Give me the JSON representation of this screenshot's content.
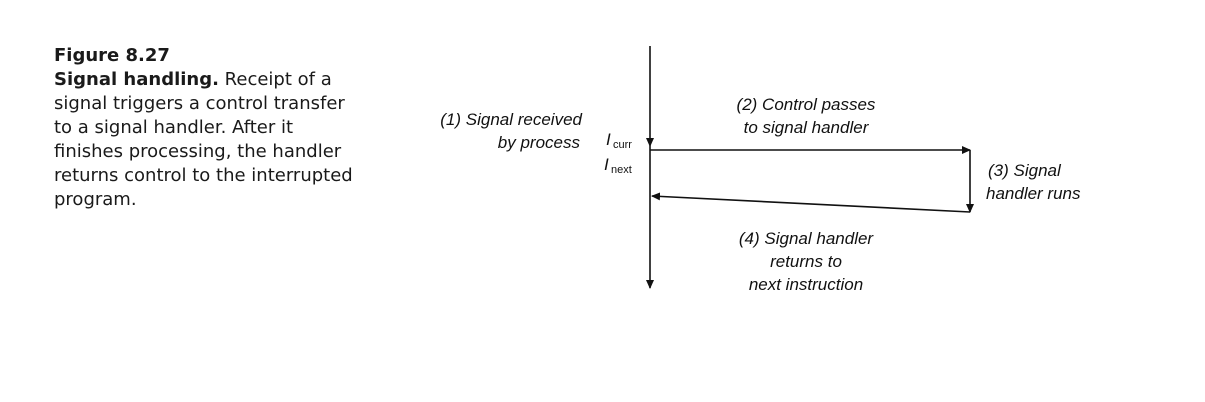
{
  "caption": {
    "number": "Figure 8.27",
    "title": "Signal handling.",
    "body": " Receipt of a signal triggers a control transfer to a signal handler. After it finishes processing, the handler returns control to the interrupted program."
  },
  "diagram": {
    "step1": [
      "(1) Signal received",
      "by process"
    ],
    "step2": [
      "(2) Control passes",
      "to signal handler"
    ],
    "step3": [
      "(3) Signal",
      "handler runs"
    ],
    "step4": [
      "(4) Signal handler",
      "returns to",
      "next instruction"
    ],
    "i_curr": {
      "var": "I",
      "sub": "curr"
    },
    "i_next": {
      "var": "I",
      "sub": "next"
    }
  }
}
